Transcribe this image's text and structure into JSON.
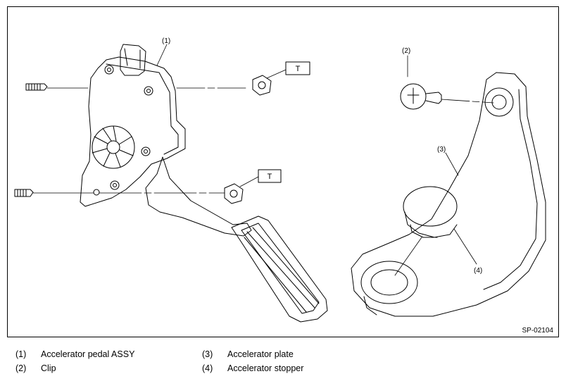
{
  "figure": {
    "code": "SP-02104",
    "torque_mark": "T",
    "callouts": {
      "c1": "(1)",
      "c2": "(2)",
      "c3": "(3)",
      "c4": "(4)"
    }
  },
  "legend": [
    {
      "num": "(1)",
      "label": "Accelerator pedal ASSY"
    },
    {
      "num": "(2)",
      "label": "Clip"
    },
    {
      "num": "(3)",
      "label": "Accelerator plate"
    },
    {
      "num": "(4)",
      "label": "Accelerator stopper"
    }
  ]
}
